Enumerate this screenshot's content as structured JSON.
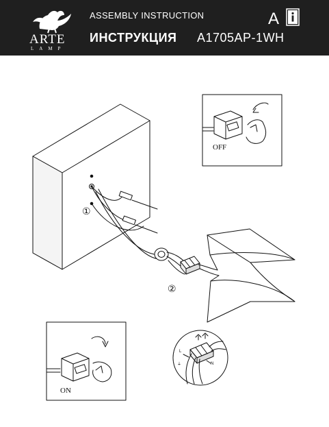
{
  "header": {
    "brand": "ARTE",
    "brand_sub": "LAMP",
    "title_en": "ASSEMBLY INSTRUCTION",
    "title_ru": "ИНСТРУКЦИЯ",
    "model": "A1705AP-1WH",
    "language_mark": "A",
    "info_icon": "info-book-icon"
  },
  "diagram": {
    "switch_off_label": "OFF",
    "switch_on_label": "ON",
    "step_1": "①",
    "step_2": "②",
    "wire_labels": {
      "live": "L",
      "neutral": "N",
      "earth": "⏚"
    }
  }
}
